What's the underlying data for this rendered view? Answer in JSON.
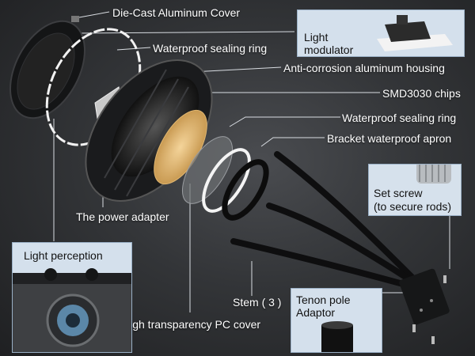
{
  "labels": {
    "cover": "Die-Cast Aluminum Cover",
    "ring1": "Waterproof sealing ring",
    "housing": "Anti-corrosion aluminum housing",
    "chips": "SMD3030 chips",
    "ring2": "Waterproof sealing ring",
    "apron": "Bracket waterproof apron",
    "adapter": "The power adapter",
    "stem": "Stem ( 3 )",
    "pc_cover": "High transparency PC cover"
  },
  "cards": {
    "modulator_line1": "Light",
    "modulator_line2": "modulator",
    "set_screw_line1": "Set screw",
    "set_screw_line2": "(to secure rods)",
    "light_perception": "Light perception",
    "tenon_line1": "Tenon pole",
    "tenon_line2": "Adaptor"
  },
  "colors": {
    "leader_line": "#d9dde2",
    "card_bg": "#d4e0ec",
    "background": "#2a2b2d"
  }
}
